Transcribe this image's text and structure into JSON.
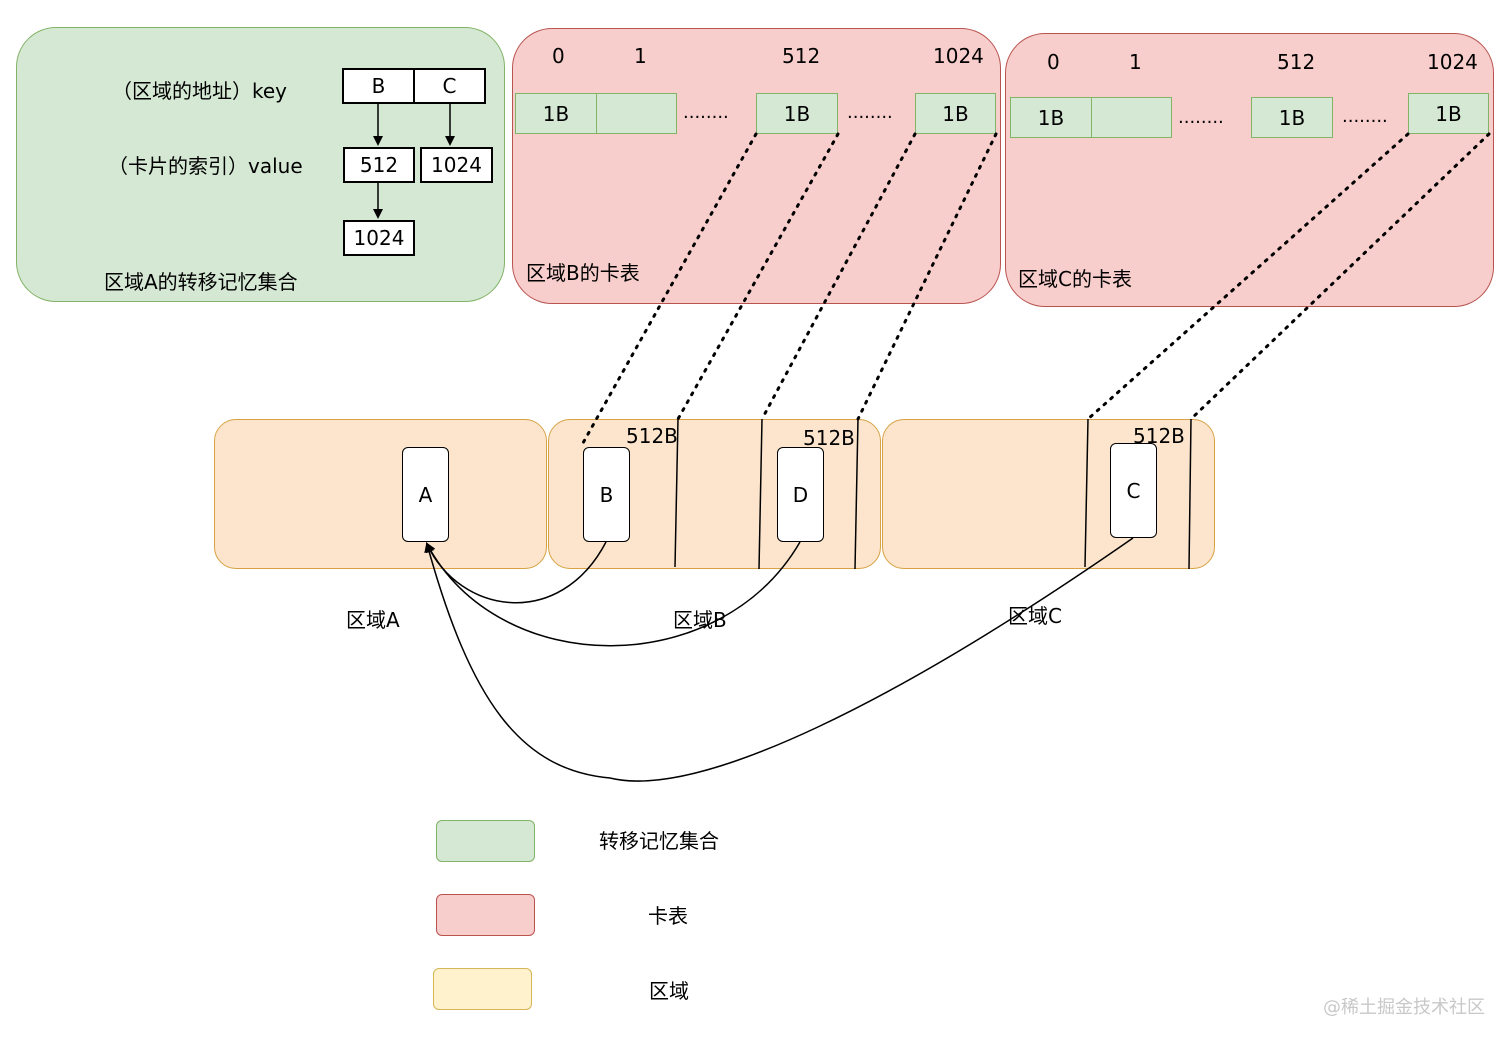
{
  "remembered_set_panel": {
    "key_label": "（区域的地址）key",
    "value_label": "（卡片的索引）value",
    "keys": [
      "B",
      "C"
    ],
    "values": [
      "512",
      "1024"
    ],
    "chained_value": "1024",
    "title": "区域A的转移记忆集合"
  },
  "card_table_b": {
    "index_labels": [
      "0",
      "1",
      "512",
      "1024"
    ],
    "cells": [
      "1B",
      "",
      "1B",
      "1B"
    ],
    "ellipsis": "........",
    "title": "区域B的卡表"
  },
  "card_table_c": {
    "index_labels": [
      "0",
      "1",
      "512",
      "1024"
    ],
    "cells": [
      "1B",
      "",
      "1B",
      "1B"
    ],
    "ellipsis": "........",
    "title": "区域C的卡表"
  },
  "regions": {
    "a": {
      "label": "区域A",
      "object": "A"
    },
    "b": {
      "label": "区域B",
      "objects": [
        "B",
        "D"
      ],
      "card_labels": [
        "512B",
        "512B"
      ]
    },
    "c": {
      "label": "区域C",
      "object": "C",
      "card_label": "512B"
    }
  },
  "legend": [
    {
      "label": "转移记忆集合",
      "color": "#d5e8d4"
    },
    {
      "label": "卡表",
      "color": "#f8cecc"
    },
    {
      "label": "区域",
      "color": "#fff2cc"
    }
  ],
  "watermark": "@稀土掘金技术社区"
}
